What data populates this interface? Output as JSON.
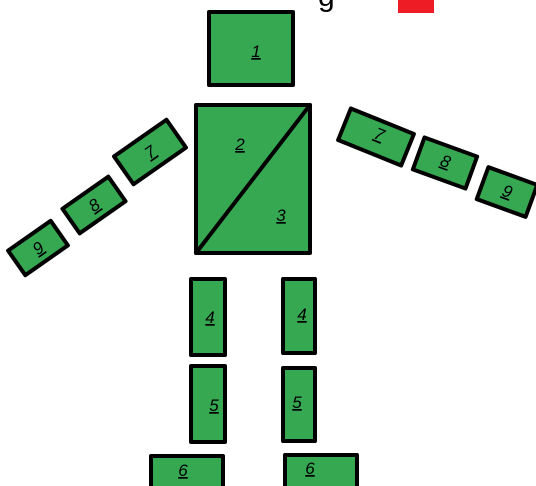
{
  "header": {
    "cut_text": "g"
  },
  "colors": {
    "part_fill": "#36a852",
    "outline": "#000000",
    "highlight": "#ee1c25",
    "background": "#ffffff"
  },
  "parts": {
    "head": "1",
    "torso_upper": "2",
    "torso_lower": "3",
    "left_arm_upper": "7",
    "left_arm_mid": "8",
    "left_arm_lower": "9",
    "right_arm_upper": "7",
    "right_arm_mid": "8",
    "right_arm_lower": "9",
    "left_thigh": "4",
    "right_thigh": "4",
    "left_shin": "5",
    "right_shin": "5",
    "left_foot": "6",
    "right_foot": "6"
  }
}
